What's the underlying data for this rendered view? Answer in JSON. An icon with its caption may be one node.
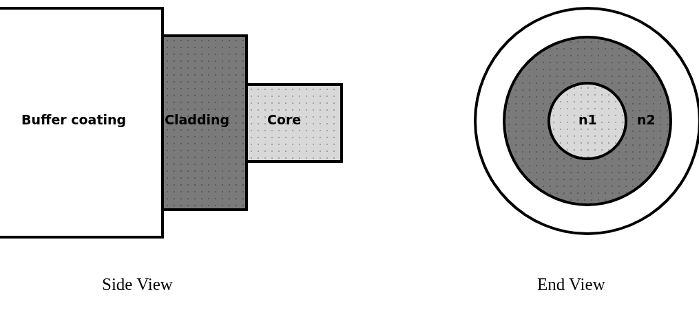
{
  "diagram": {
    "nodes": [
      {
        "text": [
          "Buffer coating"
        ]
      },
      {
        "text": [
          "Cladding"
        ]
      },
      {
        "text": [
          "Core"
        ]
      },
      {
        "text": [],
        "shape": "circle"
      },
      {
        "text": [
          "n2"
        ],
        "in": 3
      },
      {
        "text": [
          "n1"
        ],
        "in": 4
      }
    ],
    "labels": [
      "Side View",
      "End View"
    ]
  }
}
